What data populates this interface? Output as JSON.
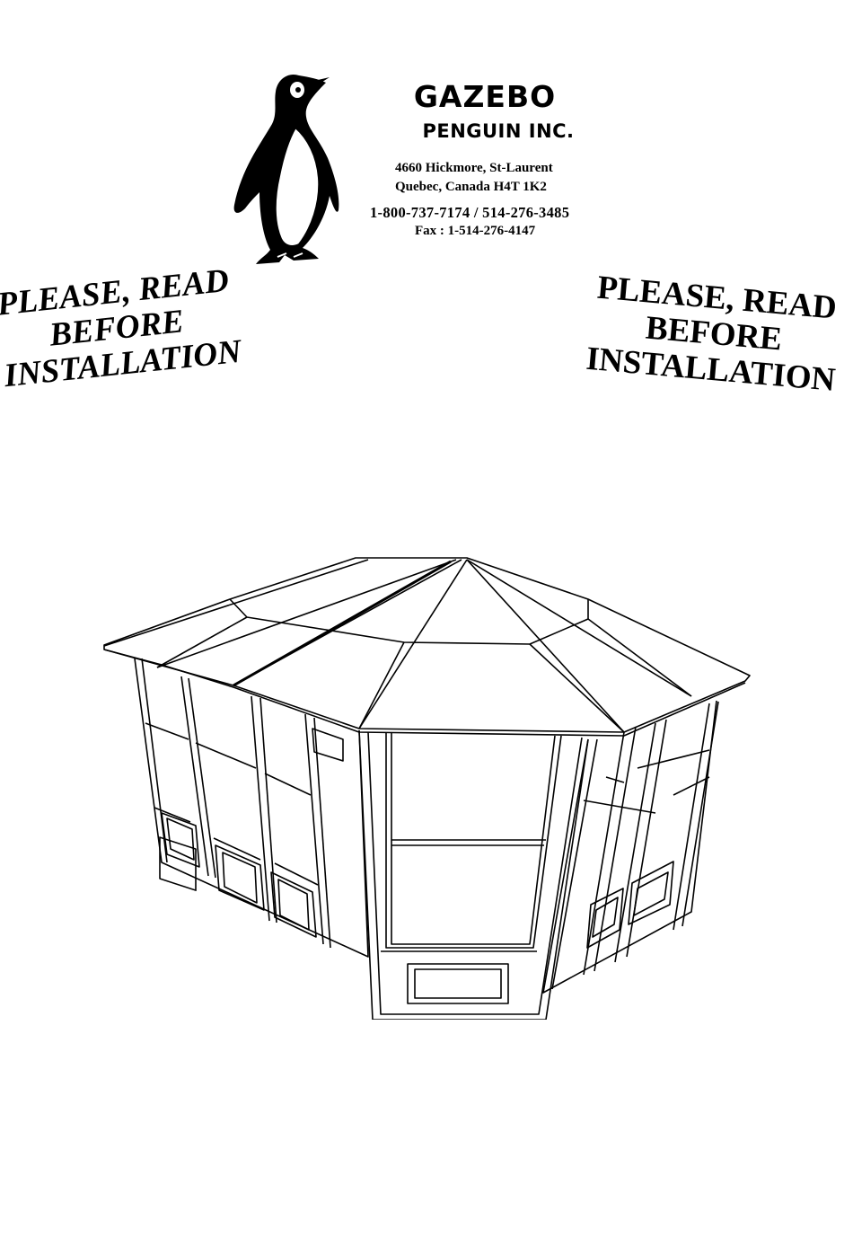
{
  "brand": {
    "line1": "GAZEBO",
    "line2": "PENGUIN INC."
  },
  "address": {
    "line1": "4660 Hickmore, St-Laurent",
    "line2": "Quebec, Canada H4T 1K2"
  },
  "contact": {
    "phone": "1-800-737-7174 / 514-276-3485",
    "fax": "Fax : 1-514-276-4147"
  },
  "notice_left": [
    "PLEASE, READ",
    "BEFORE",
    "INSTALLATION"
  ],
  "notice_right": [
    "PLEASE, READ",
    "BEFORE",
    "INSTALLATION"
  ],
  "icons": {
    "logo": "penguin-logo",
    "illustration": "gazebo-line-drawing"
  }
}
